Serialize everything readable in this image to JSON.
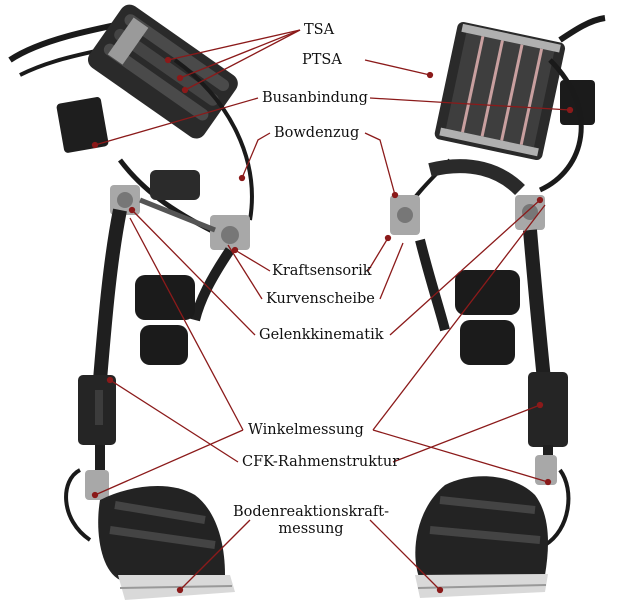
{
  "labels": {
    "tsa": "TSA",
    "ptsa": "PTSA",
    "busanbindung": "Busanbindung",
    "bowdenzug": "Bowdenzug",
    "kraftsensorik": "Kraftsensorik",
    "kurvenscheibe": "Kurvenscheibe",
    "gelenkkinematik": "Gelenkkinematik",
    "winkelmessung": "Winkelmessung",
    "cfk": "CFK-Rahmenstruktur",
    "bodenreaktion_line1": "Bodenreaktionskraft-",
    "bodenreaktion_line2": "messung"
  },
  "colors": {
    "leader_line": "#8b1a1a",
    "device_dark": "#1a1a1a",
    "device_mid": "#3a3a3a",
    "metal": "#b8b8b8",
    "sole": "#d9d9d9"
  }
}
